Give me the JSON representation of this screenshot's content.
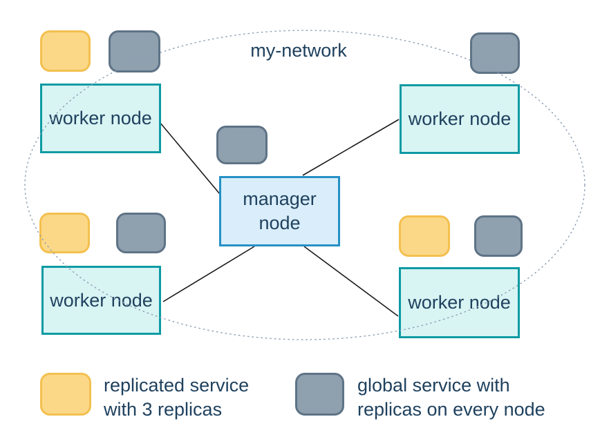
{
  "diagram": {
    "network_label": "my-network",
    "nodes": {
      "manager": {
        "label": "manager node",
        "line1": "manager",
        "line2": "node"
      },
      "workers": [
        {
          "position": "top-left",
          "label": "worker node"
        },
        {
          "position": "top-right",
          "label": "worker node"
        },
        {
          "position": "bottom-left",
          "label": "worker node"
        },
        {
          "position": "bottom-right",
          "label": "worker node"
        }
      ]
    },
    "service_markers": {
      "replicated_count": 3,
      "global_count": 5
    },
    "colors": {
      "replicated_service_fill": "#FBD888",
      "replicated_service_border": "#F3C04F",
      "global_service_fill": "#8FA0AE",
      "global_service_border": "#5E7386",
      "worker_fill": "#D8F4F3",
      "worker_border": "#0C9AA3",
      "manager_fill": "#D9EDFA",
      "manager_border": "#2590C6",
      "text": "#1F415E",
      "network_outline": "#8B9DB3",
      "connector": "#1A1A1A"
    }
  },
  "legend": {
    "items": [
      {
        "key": "replicated",
        "label": "replicated service with 3 replicas",
        "line1": "replicated service",
        "line2": "with 3 replicas"
      },
      {
        "key": "global",
        "label": "global service with replicas on every node",
        "line1": "global service with",
        "line2": "replicas on every node"
      }
    ]
  }
}
